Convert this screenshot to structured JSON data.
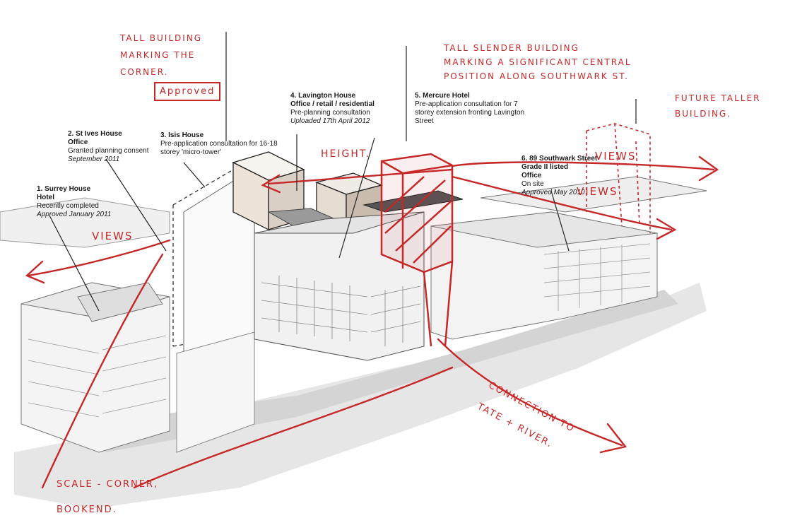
{
  "labels": {
    "surrey": {
      "num_name": "1. Surrey House",
      "use": "Hotel",
      "status": "Recently completed",
      "date": "Approved January 2011"
    },
    "stives": {
      "num_name": "2. St Ives House",
      "use": "Office",
      "status": "Granted planning consent",
      "date": "September 2011"
    },
    "isis": {
      "num_name": "3. Isis House",
      "line1": "Pre-application consultation for 16-18",
      "line2": "storey 'micro-tower'"
    },
    "lavington": {
      "num_name": "4. Lavington House",
      "use": "Office / retail / residential",
      "status": "Pre-planning consultation",
      "date": "Uploaded 17th April 2012"
    },
    "mercure": {
      "num_name": "5. Mercure Hotel",
      "line1": "Pre-application consultation for 7",
      "line2": "storey extension fronting Lavington",
      "line3": "Street"
    },
    "southwark": {
      "num_name": "6. 89 Southwark Street",
      "grade": "Grade II listed",
      "use": "Office",
      "status": "On site",
      "date": "Approved May 2010"
    }
  },
  "annotations": {
    "tall_corner": [
      "Tall building",
      "marking the",
      "corner."
    ],
    "approved": "Approved",
    "tall_slender": [
      "Tall slender building",
      "marking a significant central",
      "position along Southwark St."
    ],
    "future_taller": [
      "Future taller",
      "building."
    ],
    "height": "Height.",
    "views_top": "Views",
    "views_mid": "Views",
    "views_left": "Views",
    "connection": [
      "Connection to",
      "Tate + River."
    ],
    "scale": [
      "Scale - corner,",
      "bookend."
    ]
  },
  "colors": {
    "annotation_red": "#c62828",
    "line_gray": "#555555",
    "building_fill": "#f2f2f2",
    "ground_fill": "#e4e4e4"
  }
}
